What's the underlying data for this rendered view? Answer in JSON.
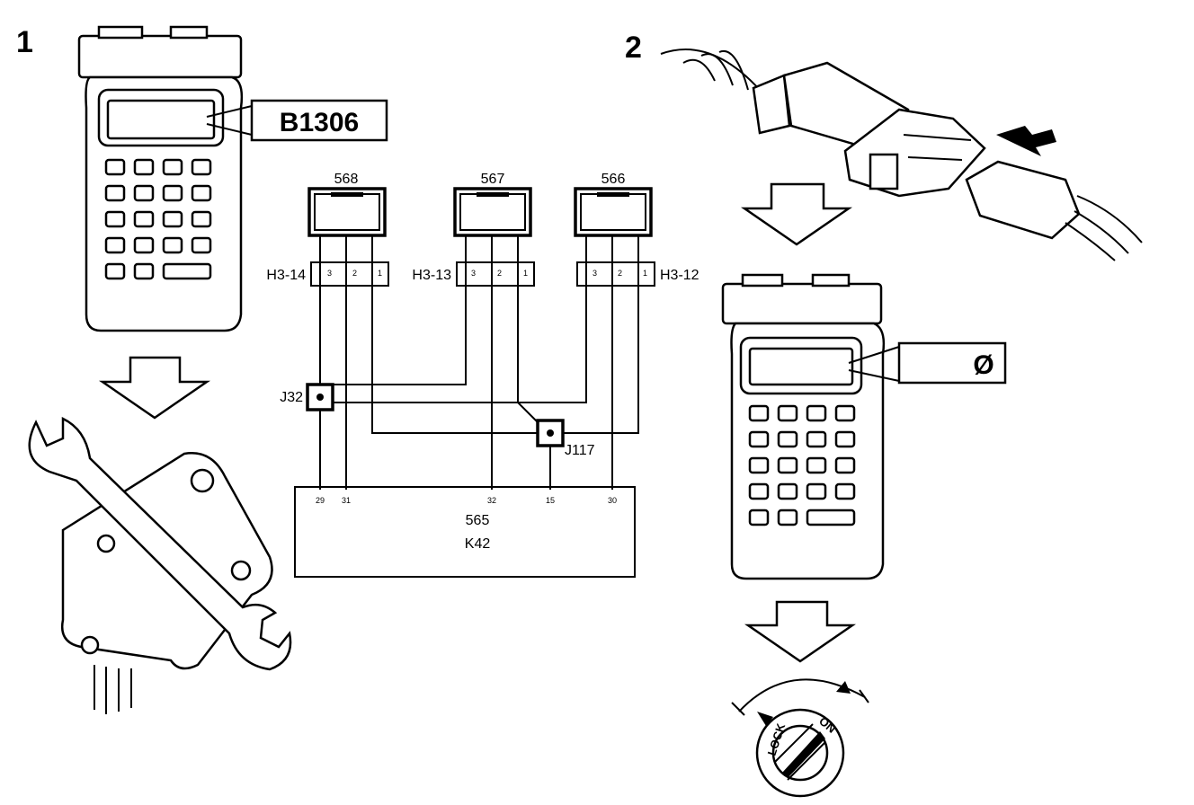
{
  "steps": {
    "step1": "1",
    "step2": "2"
  },
  "scanner": {
    "code1": "B1306",
    "code2": "Ø"
  },
  "sensors": [
    {
      "id": "568",
      "connector": "H3-14"
    },
    {
      "id": "567",
      "connector": "H3-13"
    },
    {
      "id": "566",
      "connector": "H3-12"
    }
  ],
  "connector_pins": [
    "3",
    "2",
    "1"
  ],
  "junctions": {
    "j32": "J32",
    "j117": "J117"
  },
  "module": {
    "id": "565",
    "name": "K42",
    "pins": [
      "29",
      "31",
      "32",
      "15",
      "30"
    ]
  },
  "ignition": {
    "lock": "LOCK",
    "on": "ON"
  }
}
